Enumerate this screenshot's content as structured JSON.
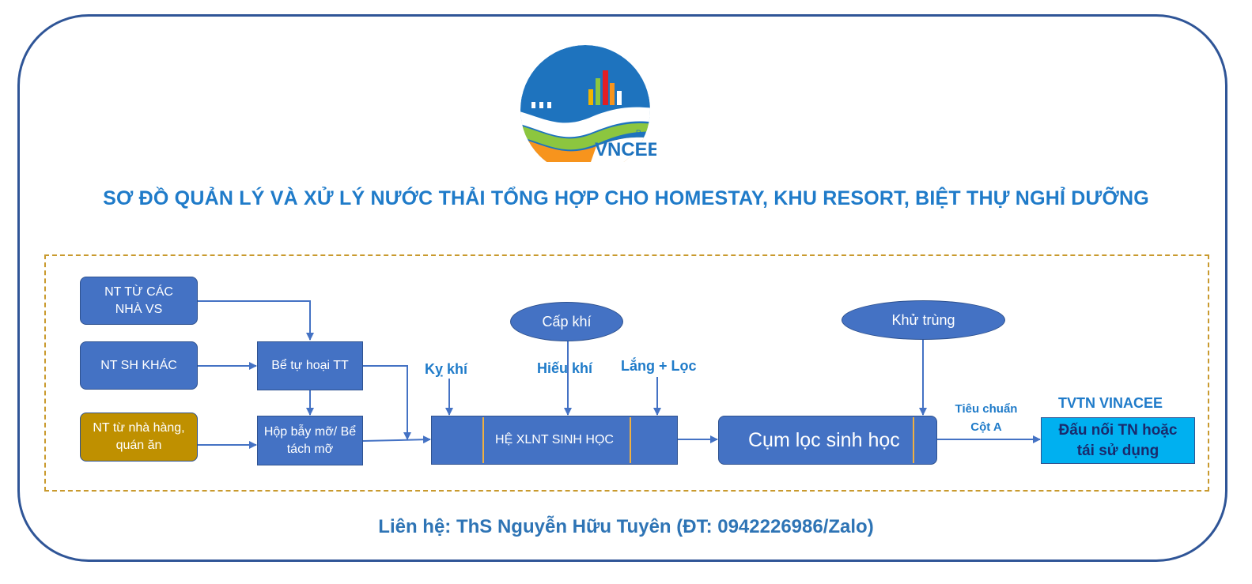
{
  "logo": {
    "brand": "VNCEE",
    "mark": "R"
  },
  "title": "SƠ ĐỒ QUẢN LÝ VÀ XỬ LÝ NƯỚC THẢI TỔNG HỢP CHO HOMESTAY, KHU RESORT, BIỆT THỰ NGHỈ DƯỠNG",
  "sources": {
    "toilet": "NT TỪ CÁC NHÀ VS",
    "domestic": "NT SH KHÁC",
    "restaurant": "NT từ nhà hàng, quán ăn"
  },
  "septic_tank": "Bể tự hoại TT",
  "grease_trap": "Hộp bẫy mỡ/ Bể  tách mỡ",
  "aeration": "Cấp khí",
  "disinfection": "Khử trùng",
  "stages": {
    "anaerobic": "Kỵ khí",
    "aerobic": "Hiếu khí",
    "settling": "Lắng + Lọc"
  },
  "bio_system": "HỆ XLNT SINH HỌC",
  "bio_filter": "Cụm lọc sinh học",
  "standard": {
    "line1": "Tiêu chuẩn",
    "line2": "Cột A"
  },
  "consultant": "TVTN VINACEE",
  "output": "Đấu nối TN hoặc tái sử dụng",
  "contact": "Liên hệ: ThS Nguyễn Hữu Tuyên (ĐT: 0942226986/Zalo)",
  "colors": {
    "frame": "#2f5597",
    "box_blue": "#4472c4",
    "box_gold": "#bf9000",
    "output_cyan": "#00b0f0",
    "title": "#1f7bc9",
    "dashed_border": "#c99a2e"
  }
}
